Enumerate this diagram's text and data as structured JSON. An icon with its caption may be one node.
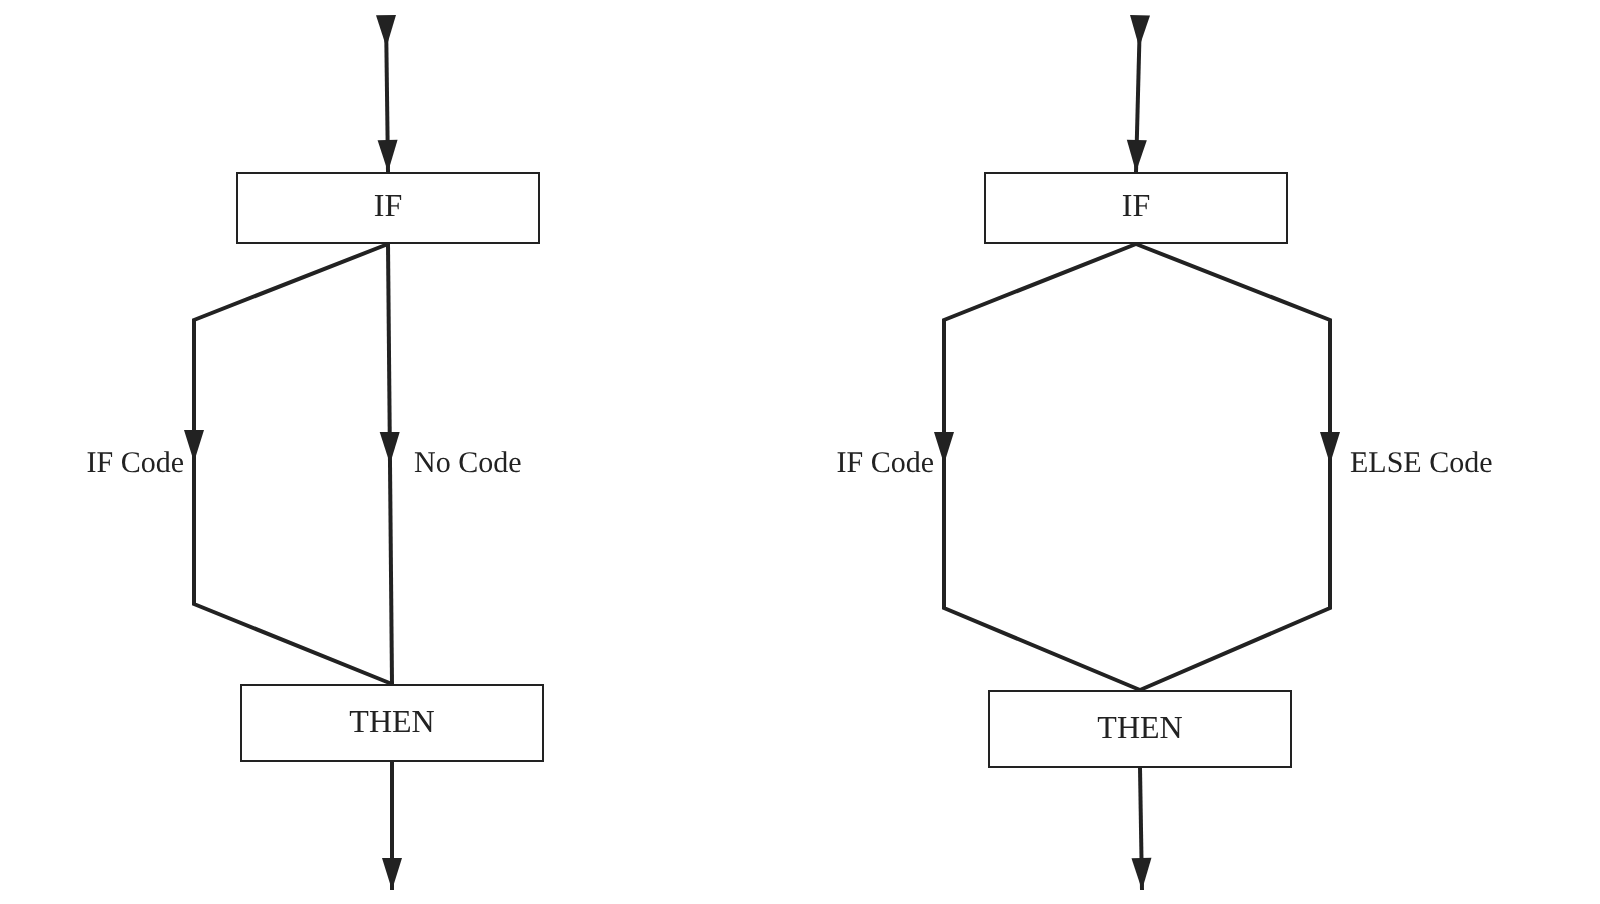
{
  "diagram": {
    "nodes": [
      {
        "text": [
          "IF"
        ]
      },
      {
        "text": [
          "THEN"
        ]
      },
      {
        "text": [
          "IF"
        ]
      },
      {
        "text": [
          "THEN"
        ]
      }
    ],
    "edges": [
      {
        "from": null,
        "to": 0,
        "arrow": "to"
      },
      {
        "from": 0,
        "to": 1,
        "arrow": "to",
        "label": "IF Code"
      },
      {
        "from": 0,
        "to": 1,
        "arrow": "to",
        "label": "No Code"
      },
      {
        "from": 1,
        "to": null,
        "arrow": "to"
      },
      {
        "from": null,
        "to": 2,
        "arrow": "to"
      },
      {
        "from": 2,
        "to": 3,
        "arrow": "to",
        "label": "IF Code"
      },
      {
        "from": 2,
        "to": 3,
        "arrow": "to",
        "label": "ELSE Code"
      },
      {
        "from": 3,
        "to": null,
        "arrow": "to"
      }
    ]
  }
}
